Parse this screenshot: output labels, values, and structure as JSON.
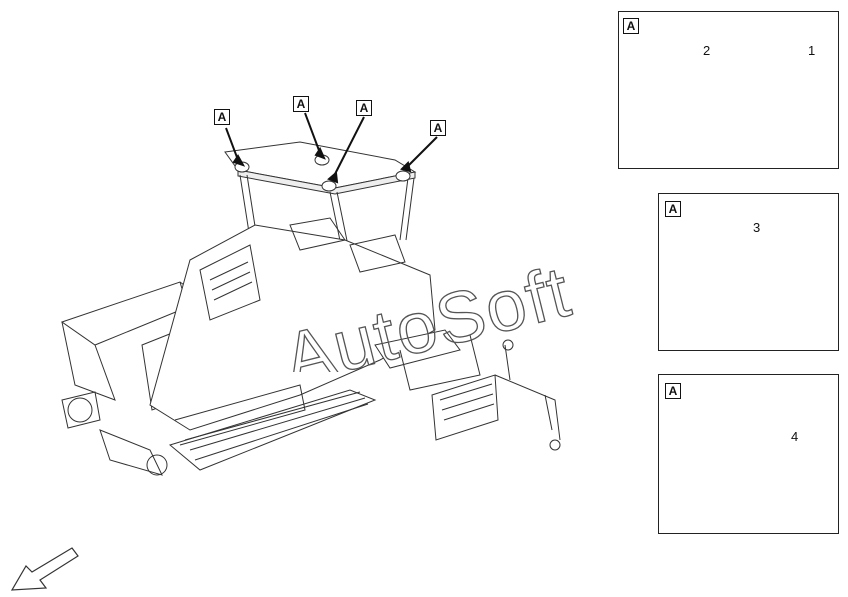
{
  "callout_letter": "A",
  "watermark": "AutoSoft",
  "part_numbers": {
    "p1": "1",
    "p2": "2",
    "p3": "3",
    "p4": "4"
  },
  "colors": {
    "line": "#222222",
    "fill": "#ffffff",
    "shade": "#cfcfcf"
  },
  "icons": {
    "direction": "outline-arrow-icon"
  }
}
